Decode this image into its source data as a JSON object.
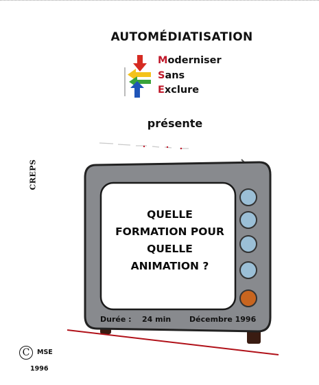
{
  "header": {
    "title": "AUTOMÉDIATISATION",
    "logo_lines": [
      {
        "initial": "M",
        "rest": "oderniser"
      },
      {
        "initial": "S",
        "rest": "ans"
      },
      {
        "initial": "E",
        "rest": "xclure"
      }
    ],
    "presents": "présente"
  },
  "side_label": "CREPS",
  "tv": {
    "screen_lines": [
      "QUELLE",
      "FORMATION POUR",
      "QUELLE",
      "ANIMATION ?"
    ],
    "duration_label": "Durée :",
    "duration_value": "24 min",
    "date": "Décembre 1996",
    "knob_colors": [
      "#9bbfd6",
      "#9bbfd6",
      "#9bbfd6",
      "#9bbfd6",
      "#c8651f"
    ]
  },
  "footer": {
    "copyright_symbol": "C",
    "publisher": "MSE",
    "year": "1996"
  },
  "colors": {
    "accent_red": "#c0182a",
    "tv_body": "#888a8e",
    "screen": "#ffffff",
    "knob_blue": "#9bbfd6",
    "knob_orange": "#c8651f"
  }
}
